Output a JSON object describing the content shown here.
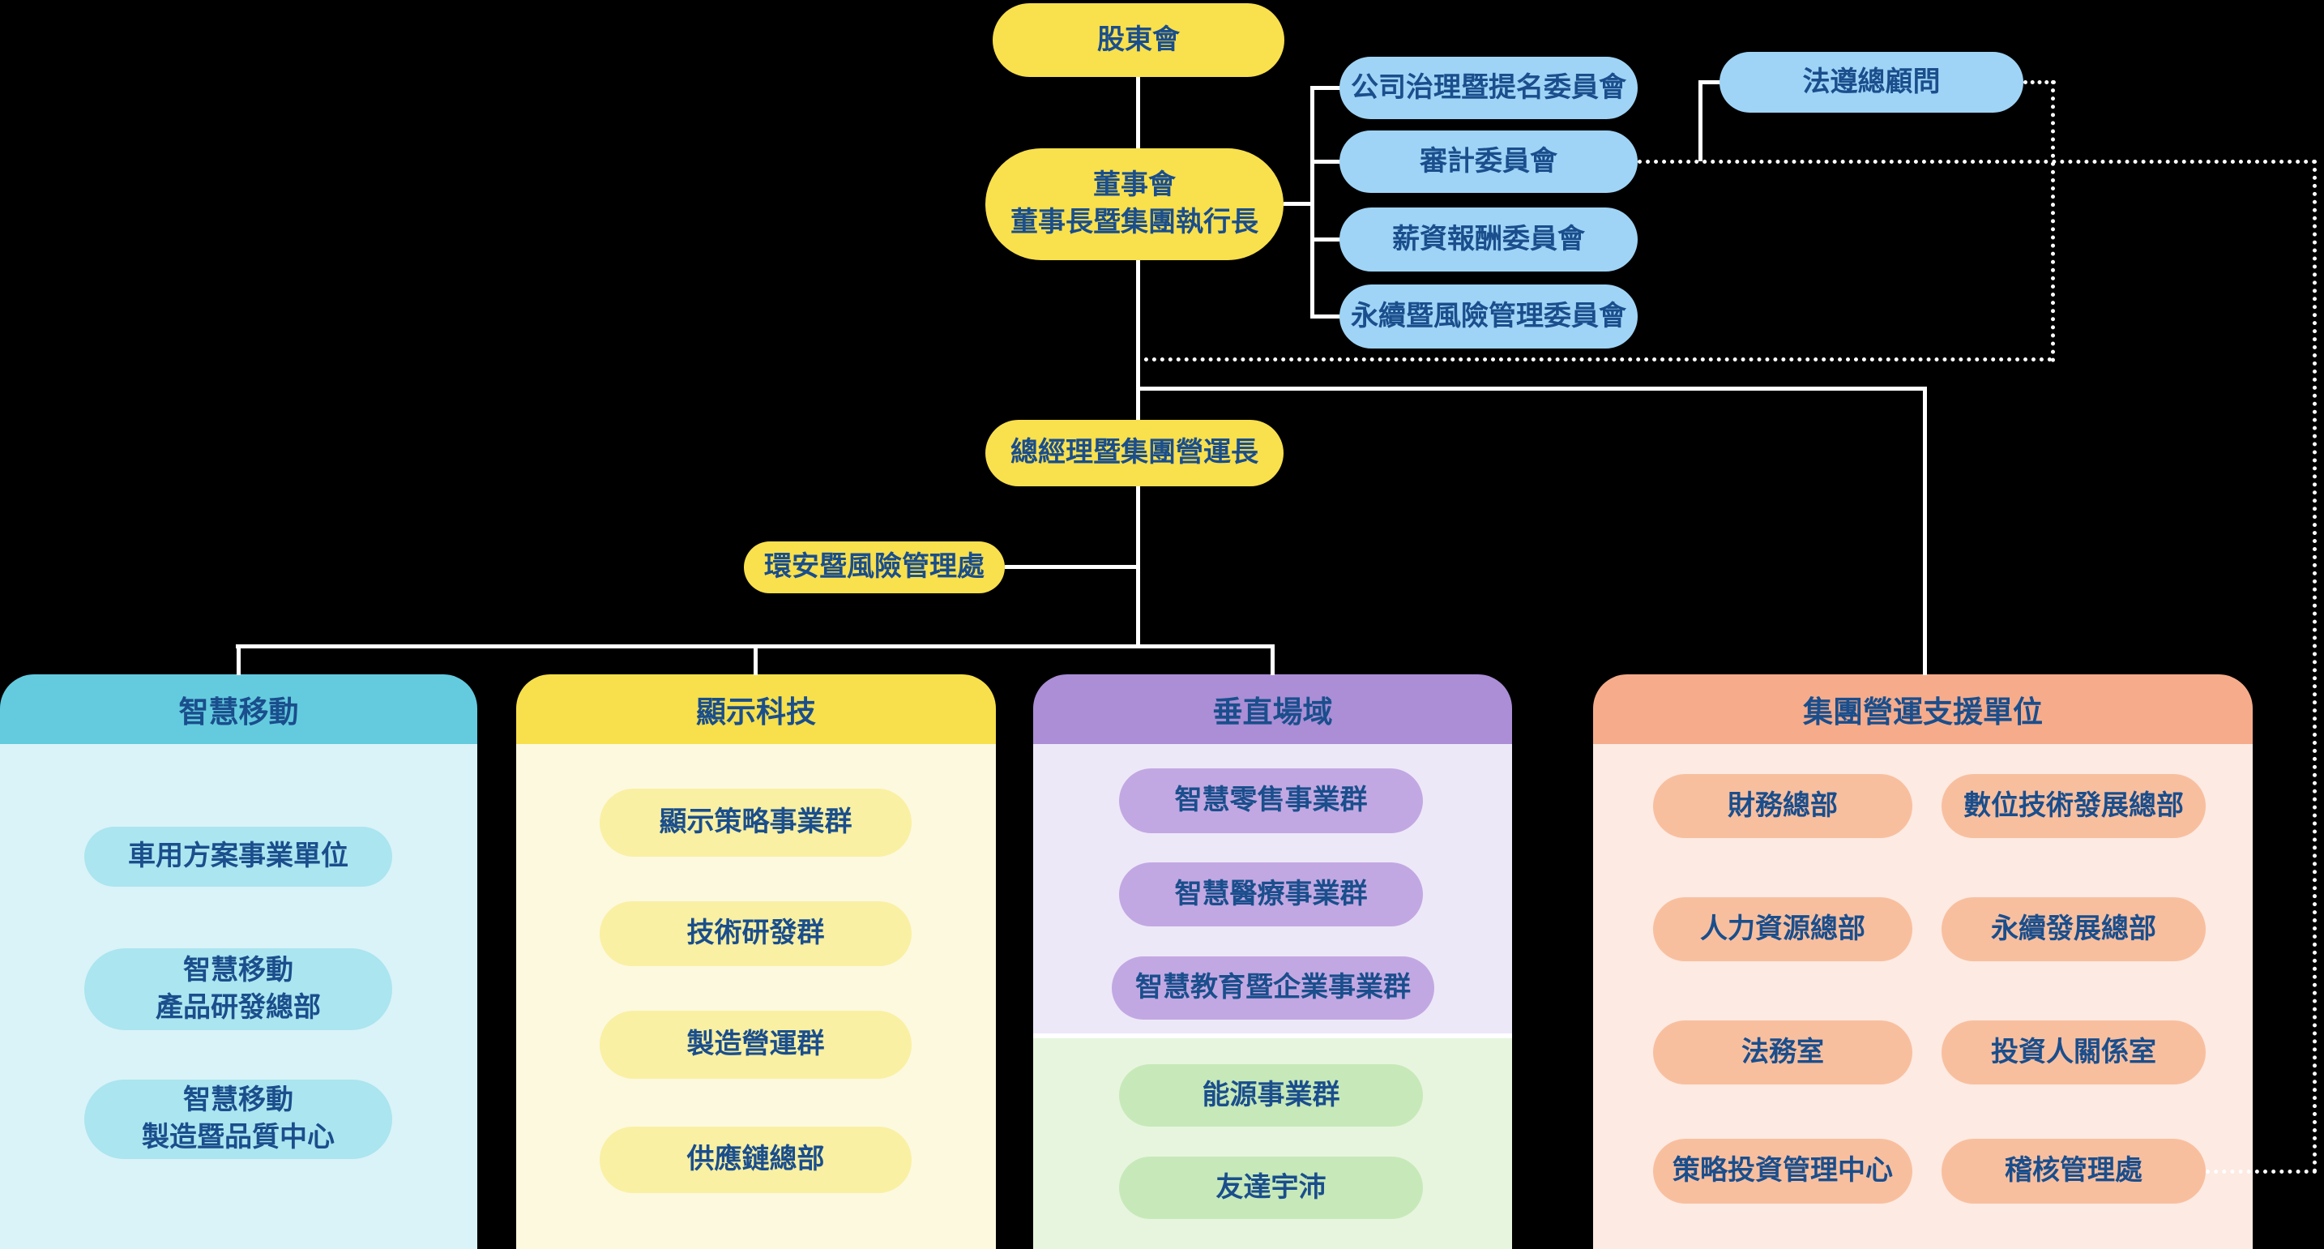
{
  "palette": {
    "background": "#000000",
    "connector_line": "#FFFFFF",
    "text_navy": "#1A4E8C",
    "yellow_box": "#F9E04D",
    "light_blue_box": "#9FD4F6",
    "smart_mobility_header": "#64CBDF",
    "smart_mobility_body": "#DAF3F8",
    "smart_mobility_item": "#ABE5EF",
    "display_tech_header": "#F7E04B",
    "display_tech_body": "#FDF9DF",
    "display_tech_item": "#F9F0A3",
    "vertical_domain_header": "#AB8ED6",
    "vertical_domain_body": "#EDE8F8",
    "vertical_domain_item": "#C2A8E2",
    "energy_body": "#E7F5DE",
    "energy_item": "#C7E9B9",
    "support_header": "#F6AC8B",
    "support_body": "#FDEAE2",
    "support_item": "#F8BF9F"
  },
  "governance": {
    "shareholders": "股東會",
    "board": "董事會\n董事長暨集團執行長",
    "committees": [
      "公司治理暨提名委員會",
      "審計委員會",
      "薪資報酬委員會",
      "永續暨風險管理委員會"
    ],
    "compliance_advisor": "法遵總顧問",
    "president": "總經理暨集團營運長",
    "ehs_office": "環安暨風險管理處"
  },
  "divisions": [
    {
      "title": "智慧移動",
      "units": [
        "車用方案事業單位",
        "智慧移動\n產品研發總部",
        "智慧移動\n製造暨品質中心"
      ]
    },
    {
      "title": "顯示科技",
      "units": [
        "顯示策略事業群",
        "技術研發群",
        "製造營運群",
        "供應鏈總部"
      ]
    },
    {
      "title": "垂直場域",
      "units": [
        "智慧零售事業群",
        "智慧醫療事業群",
        "智慧教育暨企業事業群"
      ],
      "sub_units": [
        "能源事業群",
        "友達宇沛"
      ]
    },
    {
      "title": "集團營運支援單位",
      "units_left": [
        "財務總部",
        "人力資源總部",
        "法務室",
        "策略投資管理中心"
      ],
      "units_right": [
        "數位技術發展總部",
        "永續發展總部",
        "投資人關係室",
        "稽核管理處"
      ]
    }
  ]
}
